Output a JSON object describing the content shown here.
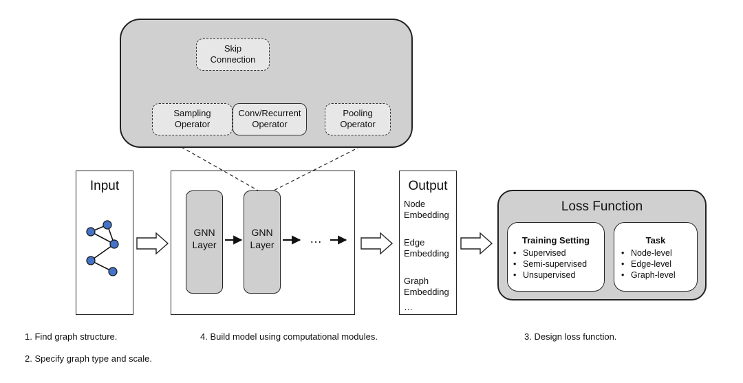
{
  "module": {
    "skip": "Skip\nConnection",
    "sampling": "Sampling\nOperator",
    "conv": "Conv/Recurrent\nOperator",
    "pooling": "Pooling\nOperator"
  },
  "input": {
    "title": "Input"
  },
  "model": {
    "layer1": "GNN\nLayer",
    "layer2": "GNN\nLayer",
    "ellipsis": "…"
  },
  "output": {
    "title": "Output",
    "items": [
      "Node\nEmbedding",
      "Edge\nEmbedding",
      "Graph\nEmbedding",
      "…"
    ]
  },
  "loss": {
    "title": "Loss Function",
    "training": {
      "title": "Training Setting",
      "items": [
        "Supervised",
        "Semi-supervised",
        "Unsupervised"
      ]
    },
    "task": {
      "title": "Task",
      "items": [
        "Node-level",
        "Edge-level",
        "Graph-level"
      ]
    }
  },
  "steps": {
    "s1": "1. Find graph structure.",
    "s2": "2. Specify graph type and scale.",
    "s4": "4. Build model using computational modules.",
    "s3": "3. Design loss function."
  },
  "colors": {
    "node_fill": "#4472c4",
    "panel_grey": "#d0d0d0",
    "module_grey": "#e7e7e7"
  }
}
